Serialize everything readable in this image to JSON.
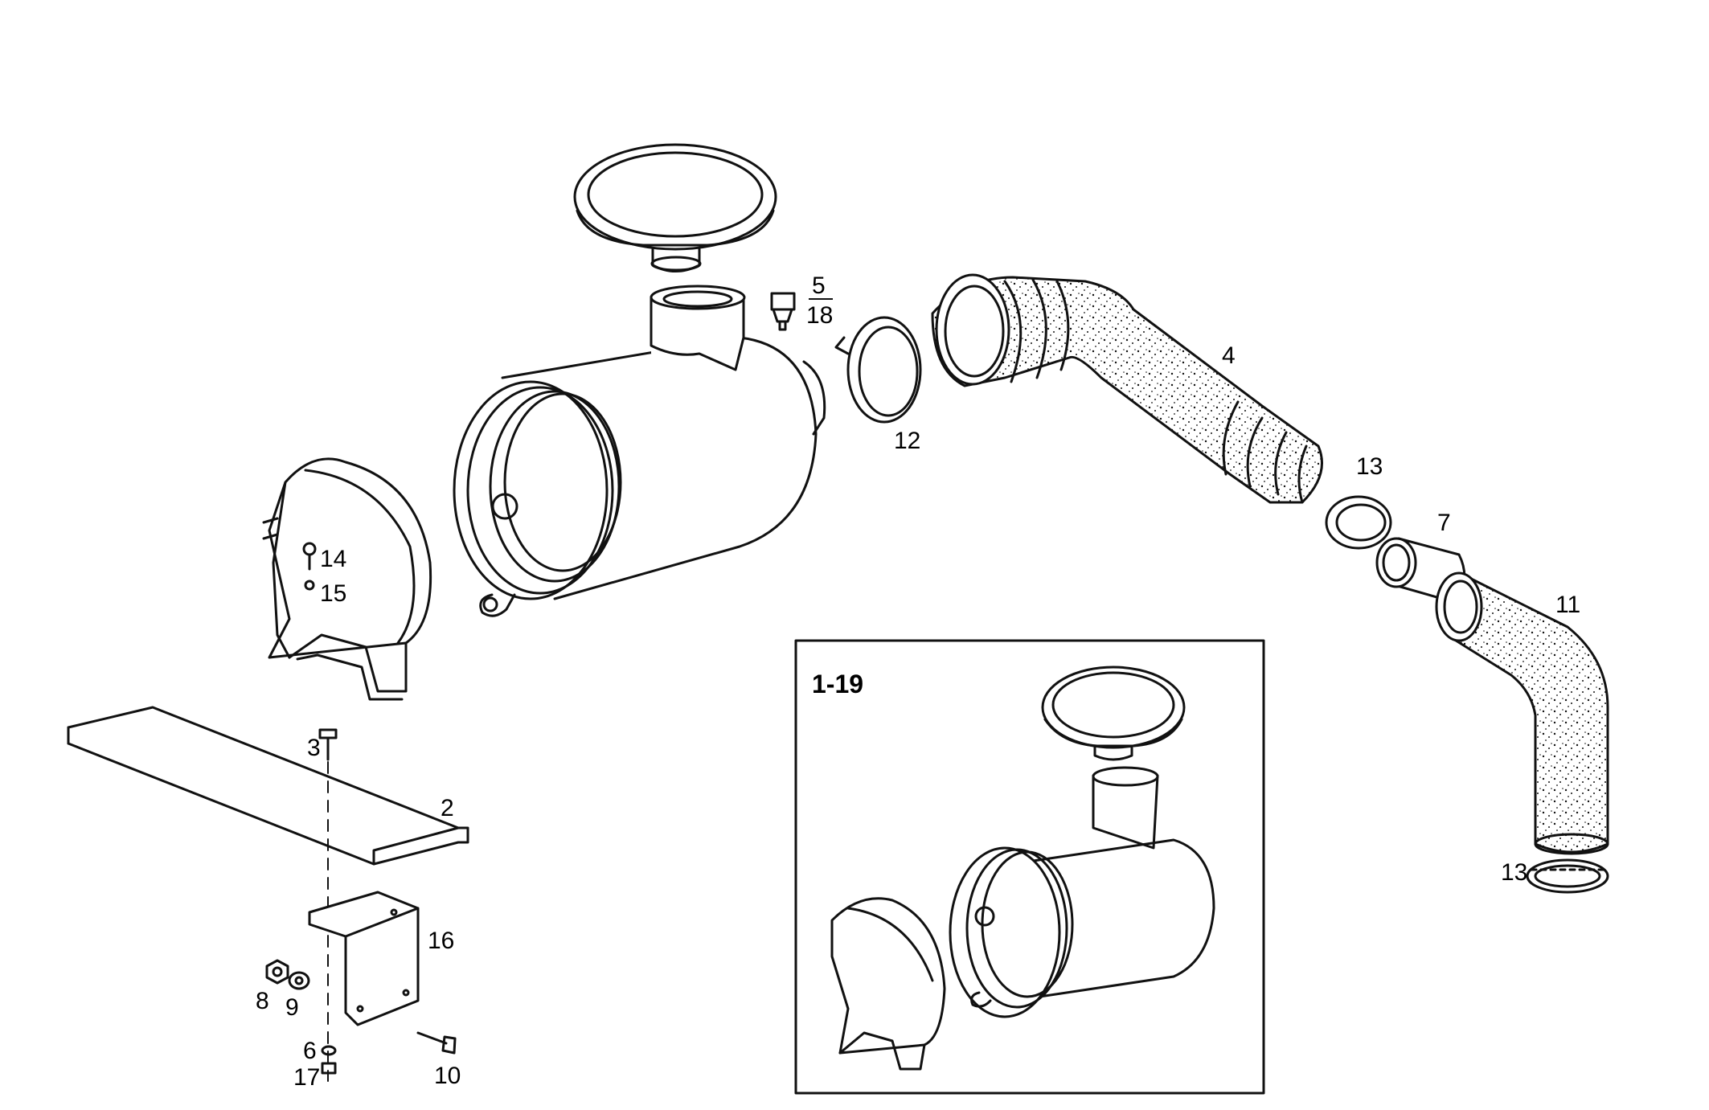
{
  "labels": {
    "l2": "2",
    "l3": "3",
    "l4": "4",
    "l5": "5",
    "l18": "18",
    "l6": "6",
    "l7": "7",
    "l8": "8",
    "l9": "9",
    "l10": "10",
    "l11": "11",
    "l12": "12",
    "l13a": "13",
    "l13b": "13",
    "l14": "14",
    "l15": "15",
    "l16": "16",
    "l17": "17"
  },
  "inset": {
    "title": "1-19"
  },
  "colors": {
    "line": "#111111",
    "paper": "#ffffff"
  }
}
